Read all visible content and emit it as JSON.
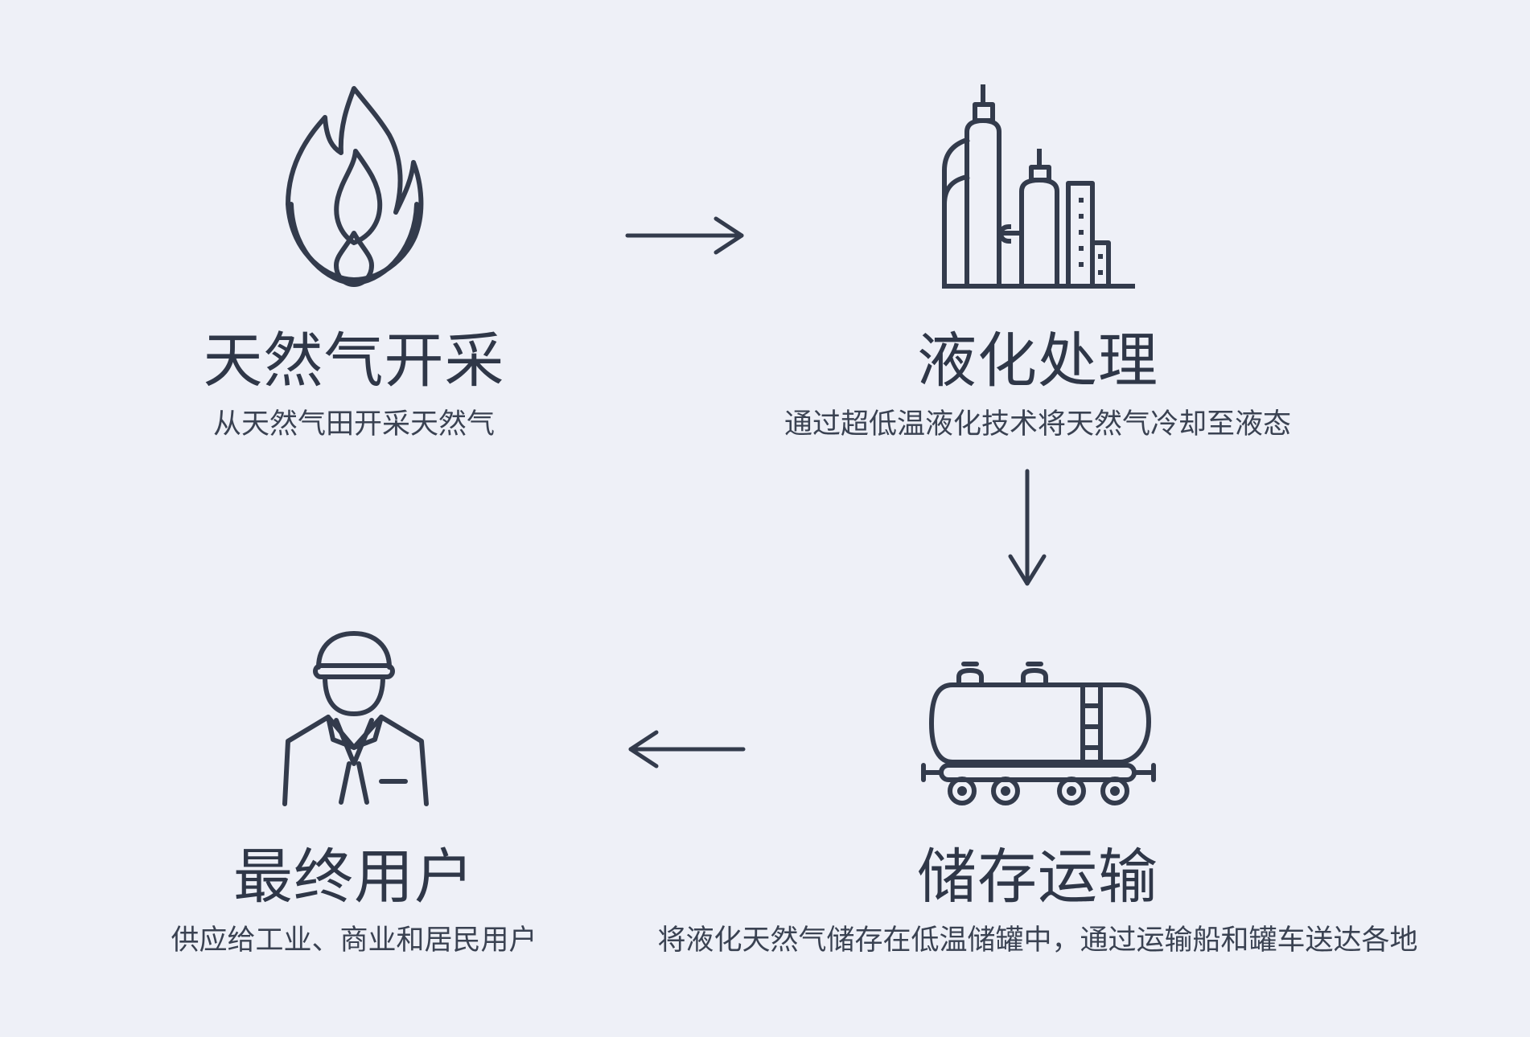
{
  "steps": [
    {
      "id": "extraction",
      "icon": "flame-icon",
      "title": "天然气开采",
      "description": "从天然气田开采天然气"
    },
    {
      "id": "liquefaction",
      "icon": "industrial-plant-icon",
      "title": "液化处理",
      "description": "通过超低温液化技术将天然气冷却至液态"
    },
    {
      "id": "storage-transport",
      "icon": "tanker-railcar-icon",
      "title": "储存运输",
      "description": "将液化天然气储存在低温储罐中，通过运输船和罐车送达各地"
    },
    {
      "id": "end-user",
      "icon": "worker-with-helmet-icon",
      "title": "最终用户",
      "description": "供应给工业、商业和居民用户"
    }
  ],
  "arrows": [
    {
      "from": "extraction",
      "to": "liquefaction",
      "direction": "right"
    },
    {
      "from": "liquefaction",
      "to": "storage-transport",
      "direction": "down"
    },
    {
      "from": "storage-transport",
      "to": "end-user",
      "direction": "left"
    }
  ],
  "colors": {
    "background": "#EEF0F7",
    "stroke": "#333B4C",
    "text": "#2F3748"
  }
}
